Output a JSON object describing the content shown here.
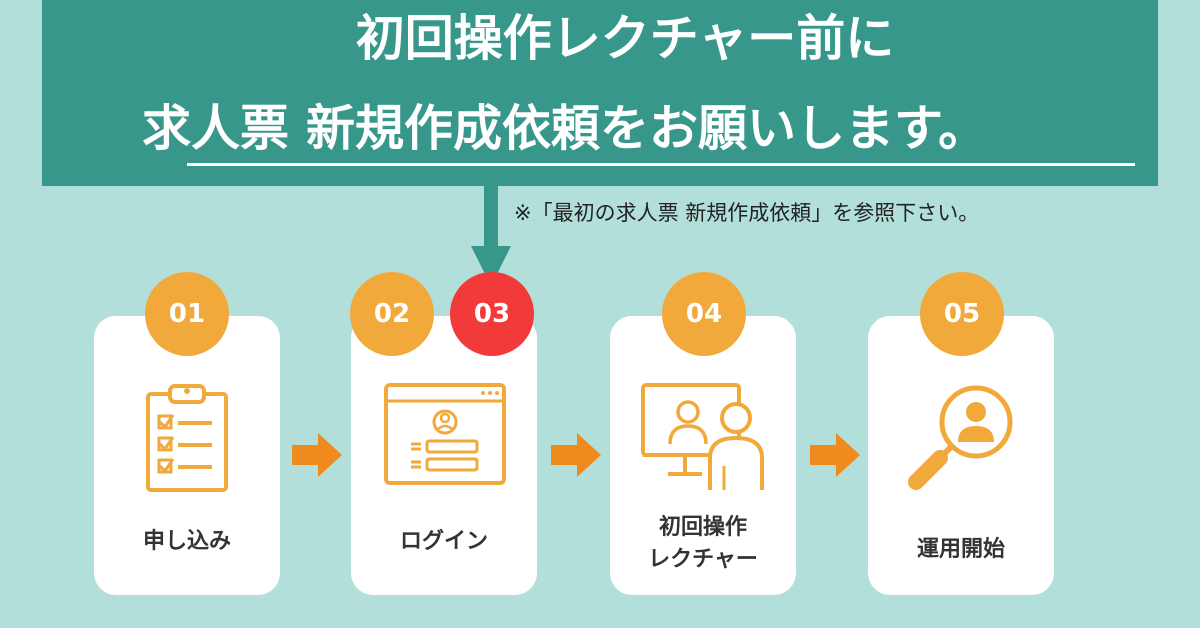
{
  "banner": {
    "line1": "初回操作レクチャー前に",
    "line2": "求人票 新規作成依頼をお願いします。"
  },
  "note": "※「最初の求人票 新規作成依頼」を参照下さい。",
  "steps": [
    {
      "number": "01",
      "label": "申し込み"
    },
    {
      "number": "02",
      "label": "ログイン"
    },
    {
      "number": "03",
      "label": ""
    },
    {
      "number": "04",
      "label_line1": "初回操作",
      "label_line2": "レクチャー"
    },
    {
      "number": "05",
      "label": "運用開始"
    }
  ],
  "colors": {
    "background": "#b3dfda",
    "banner": "#38978b",
    "orange": "#f2a93b",
    "red": "#f23a3a",
    "arrow": "#ee8a1e"
  }
}
